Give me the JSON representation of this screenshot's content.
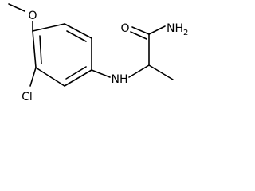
{
  "molecule": {
    "atom_labels": {
      "methoxy_oxygen": "O",
      "chlorine": "Cl",
      "amine_nitrogen": "NH",
      "carbonyl_oxygen": "O",
      "amide_nitrogen": "NH",
      "amide_h_count": "2"
    }
  }
}
